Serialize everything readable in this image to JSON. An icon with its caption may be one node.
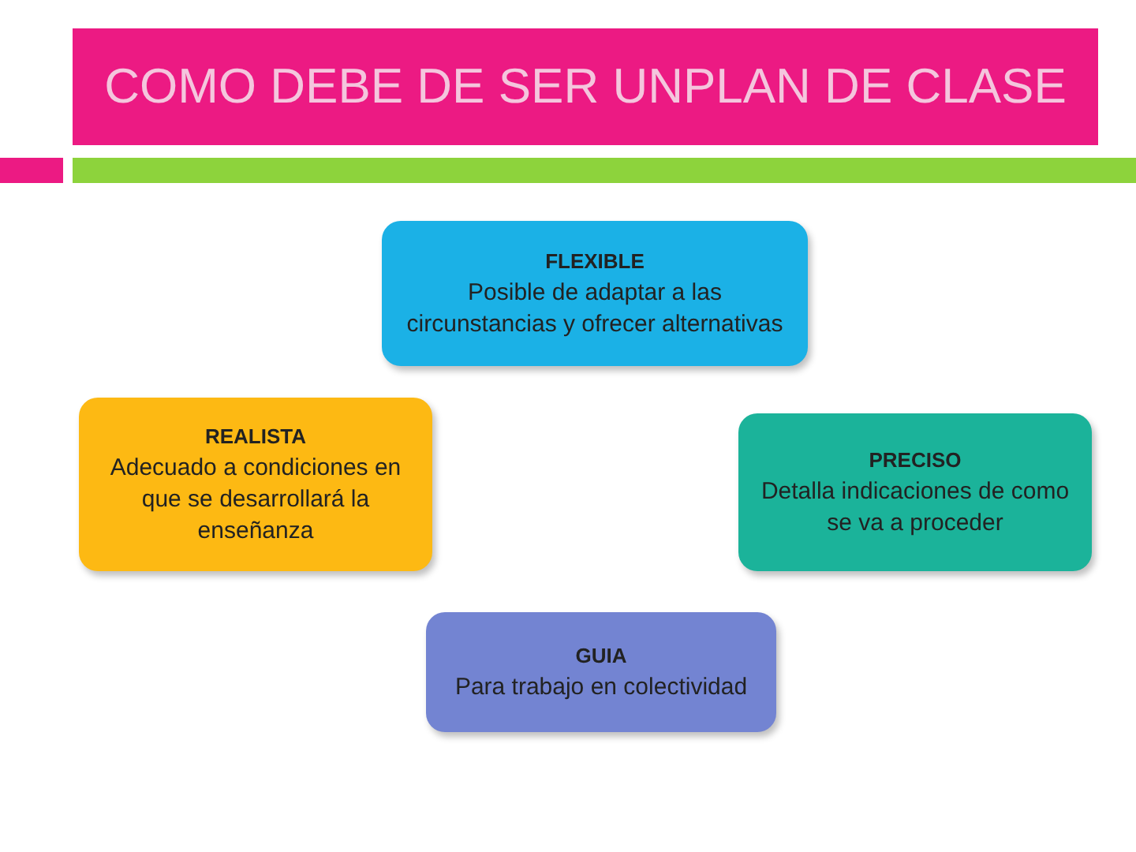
{
  "diagram": {
    "title": "COMO DEBE DE SER UNPLAN DE CLASE",
    "nodes": [
      {
        "text": [
          "FLEXIBLE",
          "Posible de adaptar a las circunstancias y ofrecer alternativas"
        ]
      },
      {
        "text": [
          "REALISTA",
          "Adecuado a condiciones en que se desarrollará la enseñanza"
        ]
      },
      {
        "text": [
          "PRECISO",
          "Detalla indicaciones de como se va a proceder"
        ]
      },
      {
        "text": [
          "GUIA",
          "Para trabajo en colectividad"
        ]
      }
    ],
    "edges": []
  }
}
